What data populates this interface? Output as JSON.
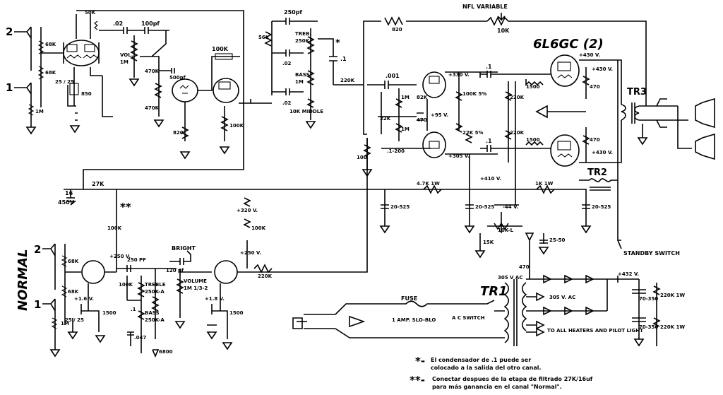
{
  "labels": {
    "in2": "2",
    "in1": "1",
    "r68k_top": "68K",
    "r68k_bot": "68K",
    "r1m": "1M",
    "r50k": "50K",
    "c02a": ".02",
    "c100pf": "100pf",
    "vol": "VOL.",
    "vol_val": "1M",
    "c500pf": "500pf",
    "r470k_a": "470K",
    "r470k_b": "470K",
    "r820_a": "820",
    "r850": "850",
    "c25_25": "25 / 25",
    "r100k_a": "100K",
    "r100k_b": "100K",
    "c250pf_top": "250pf",
    "r56k": "56K",
    "treb": "TREB.",
    "treb_val": "250K",
    "c02_t": ".02",
    "c02_b": ".02",
    "bass": "BASS",
    "bass_val": "1M",
    "middle": "10K MIDDLE",
    "star_mark": "*",
    "c1": ".1",
    "nfl": "NFL VARIABLE",
    "r820_b": "820",
    "r10k_nfl": "10K",
    "tube_pwr": "6L6GC (2)",
    "r220k": "220K",
    "c001": ".001",
    "r1m_a": "1M",
    "r1m_b": "1M",
    "r82k": "82K",
    "r470": "470",
    "r22k": "22K",
    "v330": "+330 V.",
    "v95": "+95 V.",
    "v305": "+305 V.",
    "v410": "+410 V.",
    "v430_top": "+430 V.",
    "v430_b": "+430 V.",
    "v430_c": "+430 V.",
    "c1_top": ".1",
    "c1_bot": ".1",
    "r1500_a": "1500",
    "r1500_b": "1500",
    "r100k_5": "100K 5%",
    "r22k_5": "22K 5%",
    "r220k_a": "220K",
    "r220k_b": "220K",
    "r470_a": "470",
    "r470_b": "470",
    "r100": "100",
    "c1_200": ".1-200",
    "tr3": "TR3",
    "tr2": "TR2",
    "c16": "16",
    "v450": "450V",
    "r27k": "27K",
    "dstar": "**",
    "r47k": "4.7K 1W",
    "r1k": "1K 1W",
    "c20_525_a": "20-525",
    "c20_525_b": "20-525",
    "c20_525_c": "20-525",
    "vneg44": "-44 V.",
    "r10k_l": "10K-L",
    "r15k": "15K",
    "c25_50": "25-50",
    "r470_neg": "470",
    "v320": "+320 V.",
    "v250": "+250 V.",
    "v250b": "+250 V.",
    "r100k_n1": "100K",
    "r100k_n2": "100K",
    "r220k_n": "220K",
    "standby": "STANDBY SWITCH",
    "normal": "NORMAL",
    "bright": "BRIGHT",
    "c250pf_n": "250 PF",
    "c120pf": "120 pf",
    "r100k_n3": "100K",
    "c1_n": ".1",
    "treble_n": "TREBLE",
    "treble_val": "250K-A",
    "bass_n": "BASS",
    "bass_n_val": "250K-A",
    "c047": ".047",
    "r6k8": "6800",
    "volume_n": "VOLUME",
    "volume_val": "1M 1/3-2",
    "v1_6": "+1.6 V.",
    "v1_8": "+1.8 V.",
    "c25": "25 / 25",
    "r1500_n": "1500",
    "r1500_n2": "1500",
    "r1m_n": "1M",
    "r68k_n1": "68K",
    "r68k_n2": "68K",
    "v432": "+432 V.",
    "v305ac": "305 V. AC",
    "v305ac2": "305 V AC",
    "c70_350_a": "70-350",
    "c70_350_b": "70-350",
    "r220k_1w_a": "220K 1W",
    "r220k_1w_b": "220K 1W",
    "tr1": "TR1",
    "fuse": "FUSE",
    "fuse_val": "1 AMP. SLO-BLO",
    "ac_switch": "A C SWITCH",
    "heaters": "TO ALL HEATERS AND PILOT LIGHT"
  },
  "footnotes": {
    "star_symbol": "*-",
    "star_text_1": "El condensador de .1 puede ser",
    "star_text_2": "colocado a la salida del otro canal.",
    "dstar_symbol": "**-",
    "dstar_text_1": "Conectar despues de la etapa de filtrado 27K/16uf",
    "dstar_text_2": "para más ganancia en el canal \"Normal\"."
  }
}
